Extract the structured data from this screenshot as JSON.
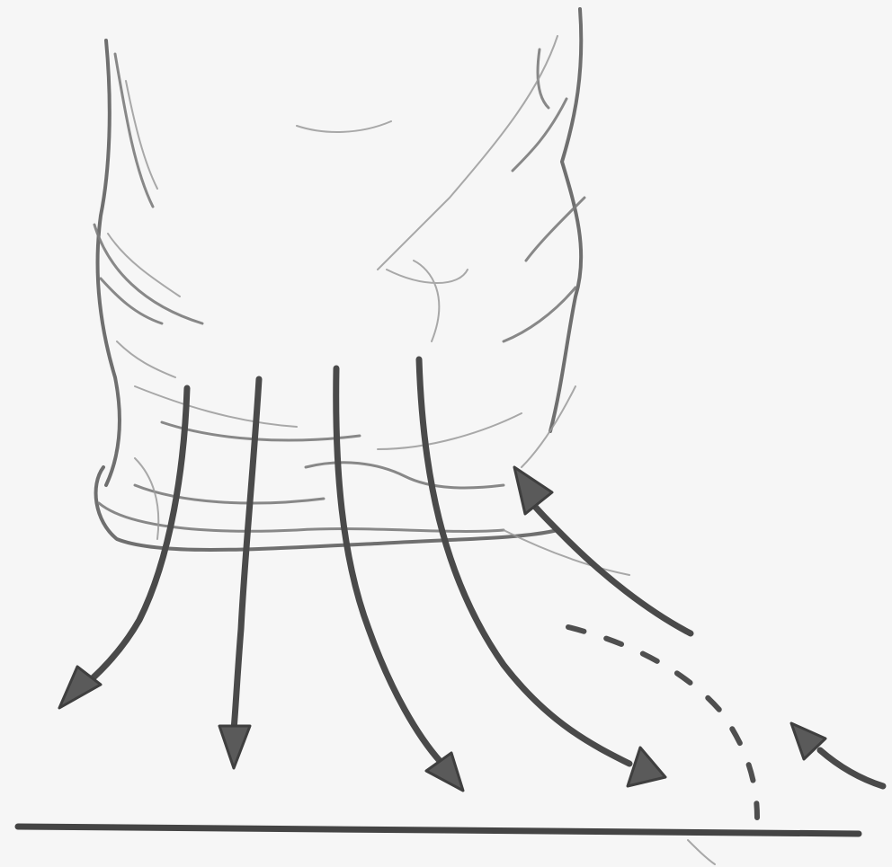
{
  "figure": {
    "colors": {
      "paper": "#f6f6f6",
      "pencil": "#7c7c7c",
      "arrow": "#4a4a4a",
      "ground": "#444444"
    },
    "elements": {
      "column": "cloud-column-sketch",
      "downdraft_arrows": "downdraft-arrows",
      "inflow_arrows": "inflow-arrows",
      "dashed_path": "dashed-curve",
      "ground_line": "ground-line"
    }
  }
}
